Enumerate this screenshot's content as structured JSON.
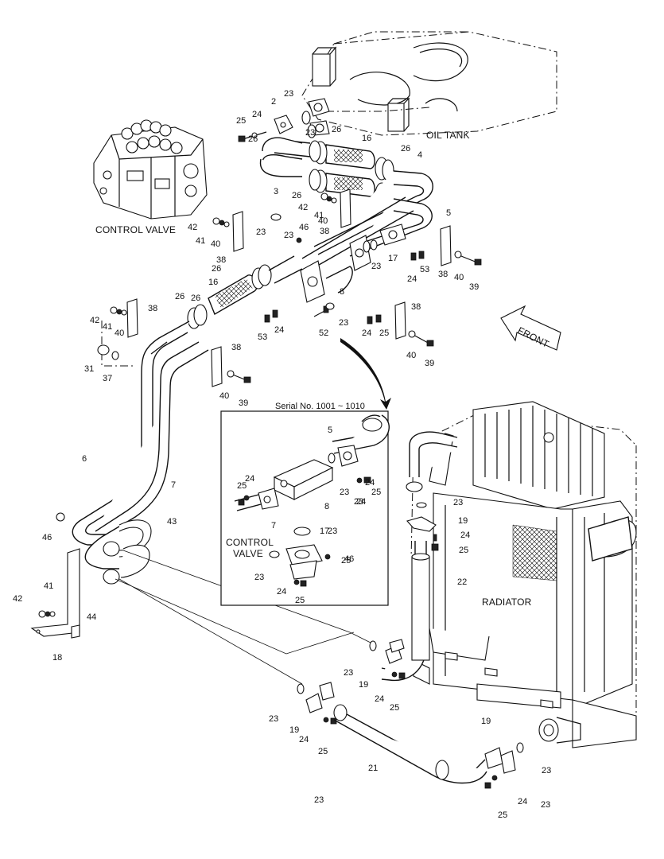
{
  "labels": {
    "control_valve": "CONTROL VALVE",
    "oil_tank": "OIL TANK",
    "front": "FRONT",
    "radiator": "RADIATOR",
    "inset_title": "Serial No. 1001 ~ 1010",
    "inset_control_valve_1": "CONTROL",
    "inset_control_valve_2": "VALVE"
  },
  "callouts": [
    "2",
    "3",
    "4",
    "5",
    "6",
    "7",
    "8",
    "16",
    "16",
    "17",
    "18",
    "19",
    "19",
    "19",
    "19",
    "21",
    "22",
    "23",
    "23",
    "23",
    "23",
    "23",
    "23",
    "23",
    "23",
    "23",
    "23",
    "23",
    "23",
    "24",
    "24",
    "24",
    "24",
    "24",
    "24",
    "24",
    "24",
    "24",
    "24",
    "25",
    "25",
    "25",
    "25",
    "25",
    "25",
    "25",
    "25",
    "25",
    "26",
    "26",
    "26",
    "26",
    "26",
    "26",
    "26",
    "31",
    "37",
    "38",
    "38",
    "38",
    "38",
    "38",
    "38",
    "39",
    "39",
    "39",
    "40",
    "40",
    "40",
    "40",
    "40",
    "40",
    "41",
    "41",
    "41",
    "41",
    "42",
    "42",
    "42",
    "42",
    "43",
    "44",
    "46",
    "46",
    "46",
    "52",
    "53",
    "53",
    "5",
    "7",
    "8",
    "17",
    "23",
    "23",
    "23",
    "23",
    "24",
    "24",
    "25",
    "25",
    "46"
  ]
}
